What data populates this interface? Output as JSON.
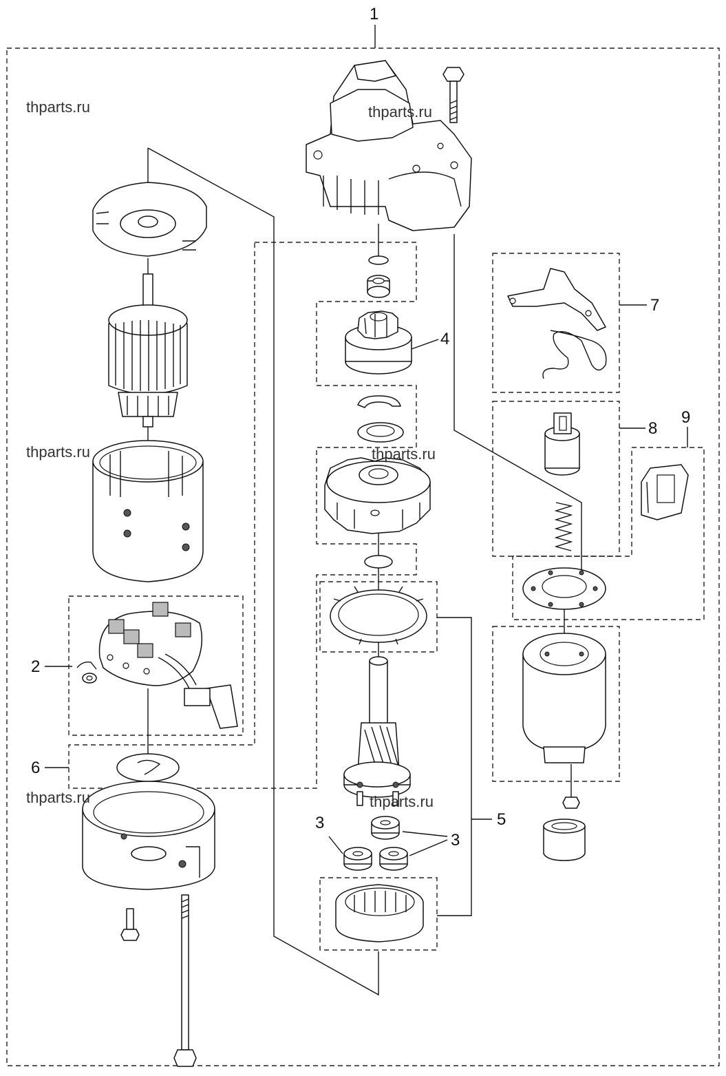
{
  "watermark": "thparts.ru",
  "callouts": {
    "c1": "1",
    "c2": "2",
    "c3a": "3",
    "c3b": "3",
    "c4": "4",
    "c5": "5",
    "c6": "6",
    "c7": "7",
    "c8": "8",
    "c9": "9"
  },
  "icons": [
    "drive-housing-icon",
    "bolt-icon",
    "end-plate-icon",
    "armature-icon",
    "yoke-icon",
    "brush-holder-icon",
    "end-cover-icon",
    "pinion-icon",
    "ring-gear-icon",
    "planet-gear-icon",
    "shaft-icon",
    "lever-icon",
    "spring-icon",
    "plunger-icon",
    "solenoid-icon"
  ]
}
